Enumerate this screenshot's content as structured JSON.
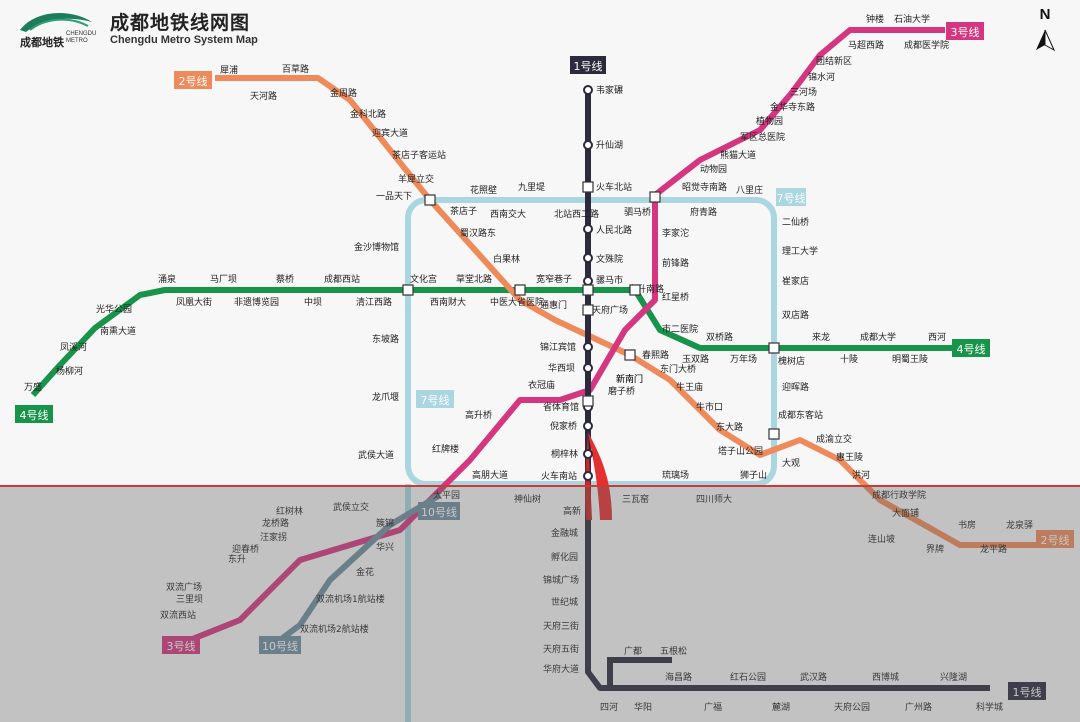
{
  "header": {
    "title_zh": "成都地铁线网图",
    "title_en": "Chengdu Metro System Map",
    "logo_zh": "成都地铁",
    "logo_en_1": "CHENGDU",
    "logo_en_2": "METRO",
    "north": "N"
  },
  "colors": {
    "line1": "#2b2b3d",
    "line2": "#ef8a5a",
    "line3": "#d5367f",
    "line4": "#17944a",
    "line7": "#a9d6e0",
    "line10": "#6f8fa0",
    "highlight": "#e53030"
  },
  "lines": [
    {
      "id": "line1",
      "label": "1号线",
      "color": "#2b2b3d"
    },
    {
      "id": "line2",
      "label": "2号线",
      "color": "#ef8a5a"
    },
    {
      "id": "line3",
      "label": "3号线",
      "color": "#d5367f"
    },
    {
      "id": "line4",
      "label": "4号线",
      "color": "#17944a"
    },
    {
      "id": "line7",
      "label": "7号线",
      "color": "#a9d6e0"
    },
    {
      "id": "line10",
      "label": "10号线",
      "color": "#6f8fa0"
    }
  ],
  "stations": [
    "韦家碾",
    "升仙湖",
    "火车北站",
    "人民北路",
    "文殊院",
    "骡马市",
    "天府广场",
    "锦江宾馆",
    "华西坝",
    "省体育馆",
    "倪家桥",
    "桐梓林",
    "火车南站",
    "高新",
    "金融城",
    "孵化园",
    "锦城广场",
    "世纪城",
    "天府三街",
    "天府五街",
    "华府大道",
    "四河",
    "华阳",
    "广福",
    "海昌路",
    "红石公园",
    "麓湖",
    "武汉路",
    "天府公园",
    "西博城",
    "广州路",
    "兴隆湖",
    "科学城",
    "广都",
    "五根松",
    "犀浦",
    "天河路",
    "百草路",
    "金周路",
    "金科北路",
    "迎宾大道",
    "茶店子客运站",
    "羊犀立交",
    "一品天下",
    "蜀汉路东",
    "白果林",
    "中医大省医院",
    "通惠门",
    "春熙路",
    "东门大桥",
    "牛王庙",
    "牛市口",
    "东大路",
    "塔子山公园",
    "成渝立交",
    "惠王陵",
    "洪河",
    "成都行政学院",
    "大面铺",
    "连山坡",
    "界牌",
    "书房",
    "龙平路",
    "龙泉驿",
    "钟楼",
    "石油大学",
    "马超西路",
    "成都医学院",
    "团结新区",
    "锦水河",
    "三河场",
    "金华寺东路",
    "植物园",
    "军区总医院",
    "熊猫大道",
    "动物园",
    "昭觉寺南路",
    "驷马桥",
    "李家沱",
    "前锋路",
    "红星桥",
    "市二医院",
    "新南门",
    "磨子桥",
    "衣冠庙",
    "高升桥",
    "红牌楼",
    "太平园",
    "武侯立交",
    "双流广场",
    "三里坝",
    "双流西站",
    "龙桥路",
    "东升",
    "迎春桥",
    "红树林",
    "汪家拐",
    "新南门",
    "万盛",
    "杨柳河",
    "凤溪河",
    "南熏大道",
    "光华公园",
    "涌泉",
    "凤凰大街",
    "马厂坝",
    "非遗博览园",
    "蔡桥",
    "中坝",
    "成都西站",
    "清江西路",
    "文化宫",
    "西南财大",
    "草堂北路",
    "宽窄巷子",
    "太升南路",
    "双桥路",
    "玉双路",
    "万年场",
    "槐树店",
    "来龙",
    "十陵",
    "成都大学",
    "明蜀王陵",
    "西河",
    "八里庄",
    "府青路",
    "二仙桥",
    "理工大学",
    "崔家店",
    "双店路",
    "迎晖路",
    "成都东客站",
    "大观",
    "狮子山",
    "琉璃场",
    "三瓦窑",
    "四川师大",
    "花照壁",
    "九里堤",
    "西南交大",
    "北站西二路",
    "金沙博物馆",
    "东坡路",
    "龙爪堰",
    "武侯大道",
    "高朋大道",
    "簇锦",
    "华兴",
    "金花",
    "双流机场1航站楼",
    "双流机场2航站楼",
    "神仙树",
    "茶店子"
  ]
}
